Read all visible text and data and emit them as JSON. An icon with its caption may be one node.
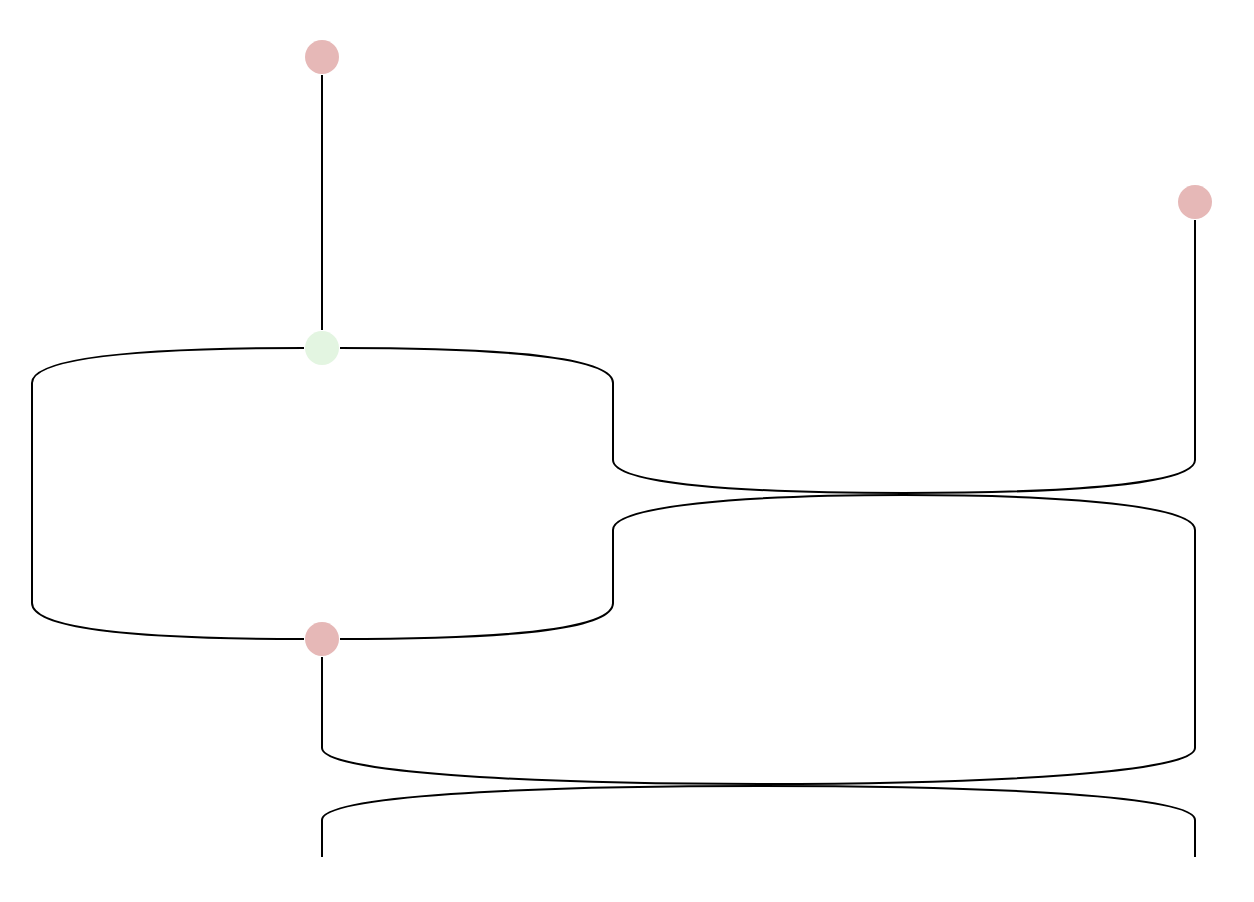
{
  "diagram": {
    "nodes": [
      {
        "text": [],
        "shape": "circle"
      },
      {
        "text": [],
        "shape": "circle"
      },
      {
        "text": [],
        "shape": "circle"
      },
      {
        "text": [],
        "shape": "circle"
      }
    ],
    "edges": [
      {
        "from": 0,
        "to": 2,
        "arrow": "none"
      },
      {
        "from": 2,
        "to": 3,
        "arrow": "none"
      },
      {
        "from": 2,
        "to": 1,
        "arrow": "none"
      },
      {
        "from": 3,
        "to": 3,
        "arrow": "none"
      }
    ]
  }
}
